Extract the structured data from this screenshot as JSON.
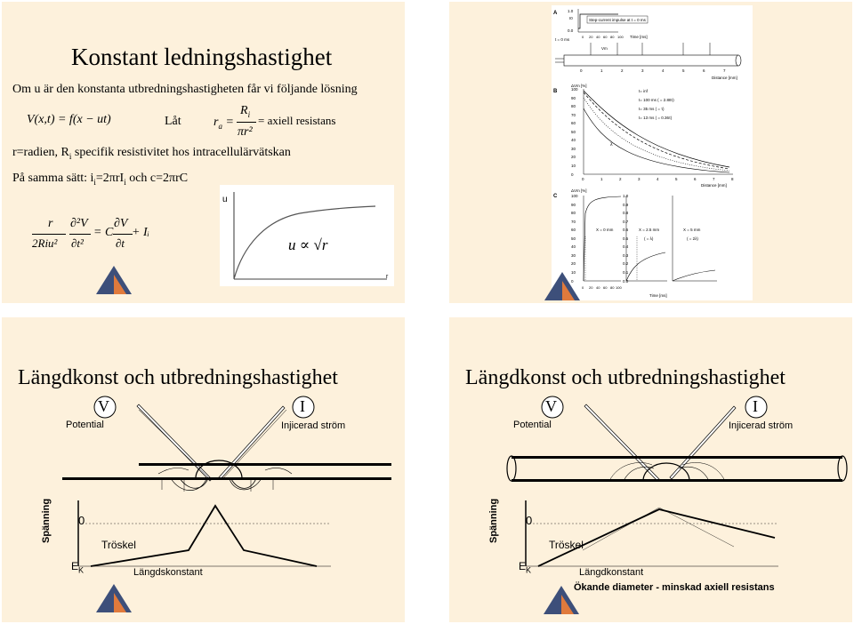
{
  "slide1": {
    "title": "Konstant ledningshastighet",
    "intro": "Om u är den konstanta utbredningshastigheten får vi följande lösning",
    "solution_eq": "V(x,t) = f(x − ut)",
    "lat": "Låt",
    "ra_eq_lhs": "r",
    "ra_sub": "a",
    "ra_num": "R",
    "ra_num_sub": "i",
    "ra_den": "πr²",
    "ra_label": "= axiell resistans",
    "def_line": "r=radien, R",
    "def_sub": "i",
    "def_rest": " specifik resistivitet hos intracellulärvätskan",
    "same_line_pre": "På samma sätt: i",
    "same_sub1": "i",
    "same_mid": "=2πrI",
    "same_sub2": "i",
    "same_rest": " och c=2πrC",
    "cable_eq_num": "r",
    "cable_eq_den": "2Riu²",
    "cable_eq_d2": "∂²V",
    "cable_eq_dt2": "∂t²",
    "cable_eq_C": "= C",
    "cable_eq_dV": "∂V",
    "cable_eq_dt": "∂t",
    "cable_eq_Ii": "+ Iᵢ",
    "plot_u_label": "u",
    "plot_r_label": "r",
    "plot_prop": "u ∝ √r"
  },
  "slide2": {
    "panel_a": "A",
    "panel_b": "B",
    "panel_c": "C",
    "impulse_label": "Step-current impulse at t = 0 ms",
    "t0": "t = 0 ms",
    "time_ms": "Time [ms]",
    "distance_mm": "Distance [mm]",
    "b_ylabel": "ΔVm [%]",
    "b_legend": [
      "t= inf",
      "t= 100 ms  ( = 2.88τ)",
      "t=  35 ms  ( = τ)",
      "t=  13 ms  ( = 0.36τ)"
    ],
    "b_lambda": "λ",
    "b_yticks": [
      "100",
      "90",
      "80",
      "70",
      "60",
      "50",
      "40",
      "30",
      "20",
      "10",
      "0"
    ],
    "b_xticks": [
      "0",
      "1",
      "2",
      "3",
      "4",
      "5",
      "6",
      "7",
      "8"
    ],
    "c_ylabel": "ΔVm [%]",
    "c_yticks": [
      "100",
      "90",
      "80",
      "70",
      "60",
      "50",
      "40",
      "30",
      "20",
      "10",
      "0"
    ],
    "c_yticks2": [
      "1.0",
      "0.9",
      "0.8",
      "0.7",
      "0.6",
      "0.5",
      "0.4",
      "0.3",
      "0.2",
      "0.1",
      "0.0"
    ],
    "c_xticks": [
      "0",
      "20",
      "40",
      "60",
      "80",
      "100"
    ],
    "c_labels": [
      "X = 0 mm",
      "X = 2.5 mm",
      "( = λ)",
      "X = 5 mm",
      "( = 2λ)"
    ],
    "a_xticks": [
      "0",
      "1",
      "2",
      "3",
      "4",
      "5",
      "6",
      "7"
    ],
    "a_time_ticks": [
      "0",
      "20",
      "40",
      "60",
      "80",
      "100"
    ],
    "a_small": [
      "1.0",
      "0.0",
      "I0"
    ],
    "vm": "Vm"
  },
  "slide3": {
    "title": "Längdkonst och utbredningshastighet",
    "v_label": "V",
    "i_label": "I",
    "potential": "Potential",
    "injected": "Injicerad ström",
    "spanning": "Spänning",
    "zero": "0",
    "troskel": "Tröskel",
    "ek": "E",
    "ek_sub": "K",
    "langd": "Längdskonstant"
  },
  "slide4": {
    "title": "Längdkonst och utbredningshastighet",
    "v_label": "V",
    "i_label": "I",
    "potential": "Potential",
    "injected": "Injicerad ström",
    "spanning": "Spänning",
    "zero": "0",
    "troskel": "Tröskel",
    "ek": "E",
    "ek_sub": "K",
    "langd": "Längdkonstant",
    "okande": "Ökande diameter - minskad axiell resistans"
  },
  "colors": {
    "slide_bg": "#fdf1dc",
    "tri_dark": "#3d4f7a",
    "tri_light": "#e07a3c"
  }
}
